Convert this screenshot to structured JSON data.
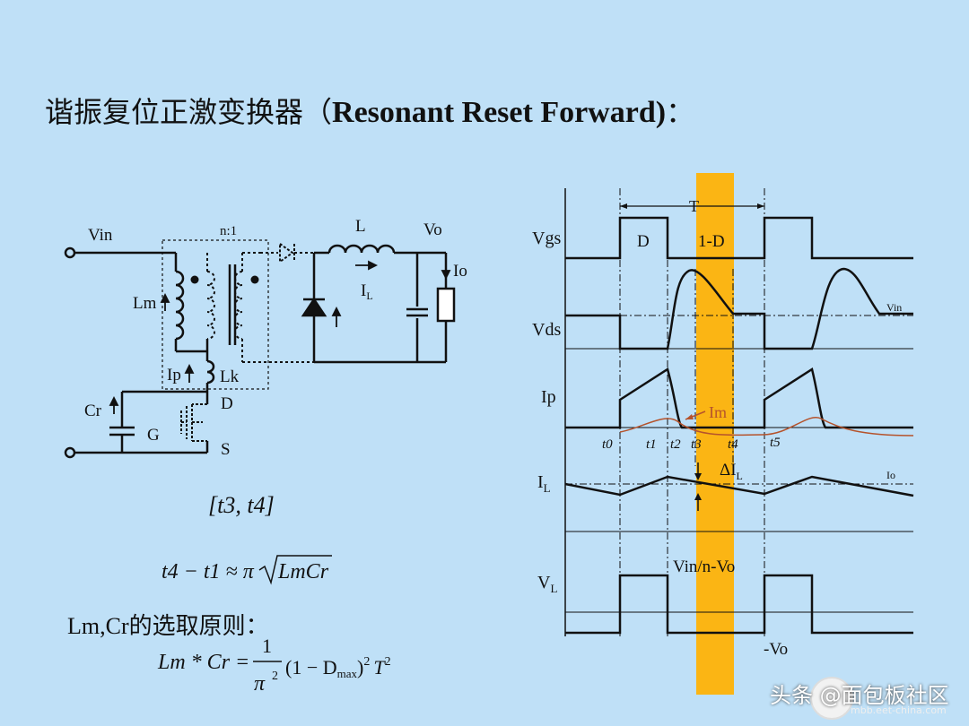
{
  "title": {
    "cn": "谐振复位正激变换器（",
    "en": "Resonant Reset Forward)",
    "colon": "："
  },
  "circuit": {
    "vin": "Vin",
    "ratio": "n:1",
    "inductor": "L",
    "vo": "Vo",
    "io": "Io",
    "il": "I",
    "il_sub": "L",
    "lm": "Lm",
    "ip": "Ip",
    "lk": "Lk",
    "cr": "Cr",
    "d": "D",
    "g": "G",
    "s": "S"
  },
  "interval": "[t3, t4]",
  "formula1": {
    "lhs": "t4 − t1 ≈ π",
    "rad": "LmCr"
  },
  "lmcr_label": "Lm,Cr的选取原则：",
  "formula2": {
    "lhs": "Lm * Cr =",
    "num": "1",
    "den": "π",
    "den_exp": "2",
    "body": "(1 − D",
    "dsub": "max",
    "close": ")",
    "exp": "2",
    "t": "T",
    "texp": "2"
  },
  "waveforms": {
    "period": "T",
    "d_label": "D",
    "one_minus_d": "1-D",
    "rows": [
      "Vgs",
      "Vds",
      "Ip",
      "I",
      "V"
    ],
    "row_subs": {
      "I": "L",
      "V": "L"
    },
    "vin_small": "Vin",
    "im": "Im",
    "times": [
      "t0",
      "t1",
      "t2",
      "t3",
      "t4",
      "t5"
    ],
    "delta_il": "ΔI",
    "delta_sub": "L",
    "io_small": "Io",
    "vl_high": "Vin/n-Vo",
    "vl_low": "-Vo"
  },
  "colors": {
    "background": "#bfe0f7",
    "highlight": "#fbb514",
    "im_curve": "#b5532c"
  },
  "watermark": {
    "text": "头条 @面包板社区",
    "url": "mbb.eet-china.com"
  }
}
